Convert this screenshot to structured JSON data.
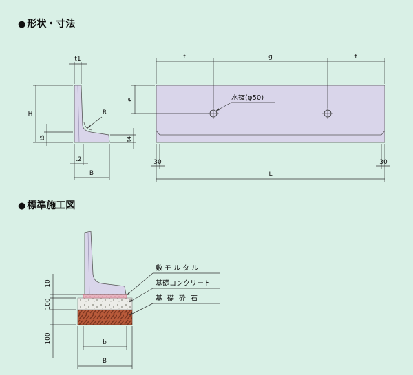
{
  "sections": {
    "shape_title": "形状・寸法",
    "install_title": "標準施工図",
    "bullet": "●"
  },
  "shape": {
    "labels": {
      "t1": "t1",
      "H": "H",
      "t3": "t3",
      "R": "R",
      "t4": "t4",
      "t2": "t2",
      "B": "B",
      "e": "e",
      "f_left": "f",
      "g": "g",
      "f_right": "f",
      "drain": "水抜(φ50)",
      "d30_left": "30",
      "d30_right": "30",
      "L": "L"
    }
  },
  "install": {
    "labels": {
      "d10": "10",
      "d100_top": "100",
      "d100_bottom": "100",
      "mortar": "敷モルタル",
      "concrete": "基礎コンクリート",
      "gravel": "基礎砕石",
      "b": "b",
      "B": "B"
    }
  },
  "colors": {
    "background": "#d9f0e6",
    "block": "#d9d5ea",
    "mortar": "#e8b4c0",
    "concrete": "#ecece8",
    "gravel": "#b85a3a"
  }
}
